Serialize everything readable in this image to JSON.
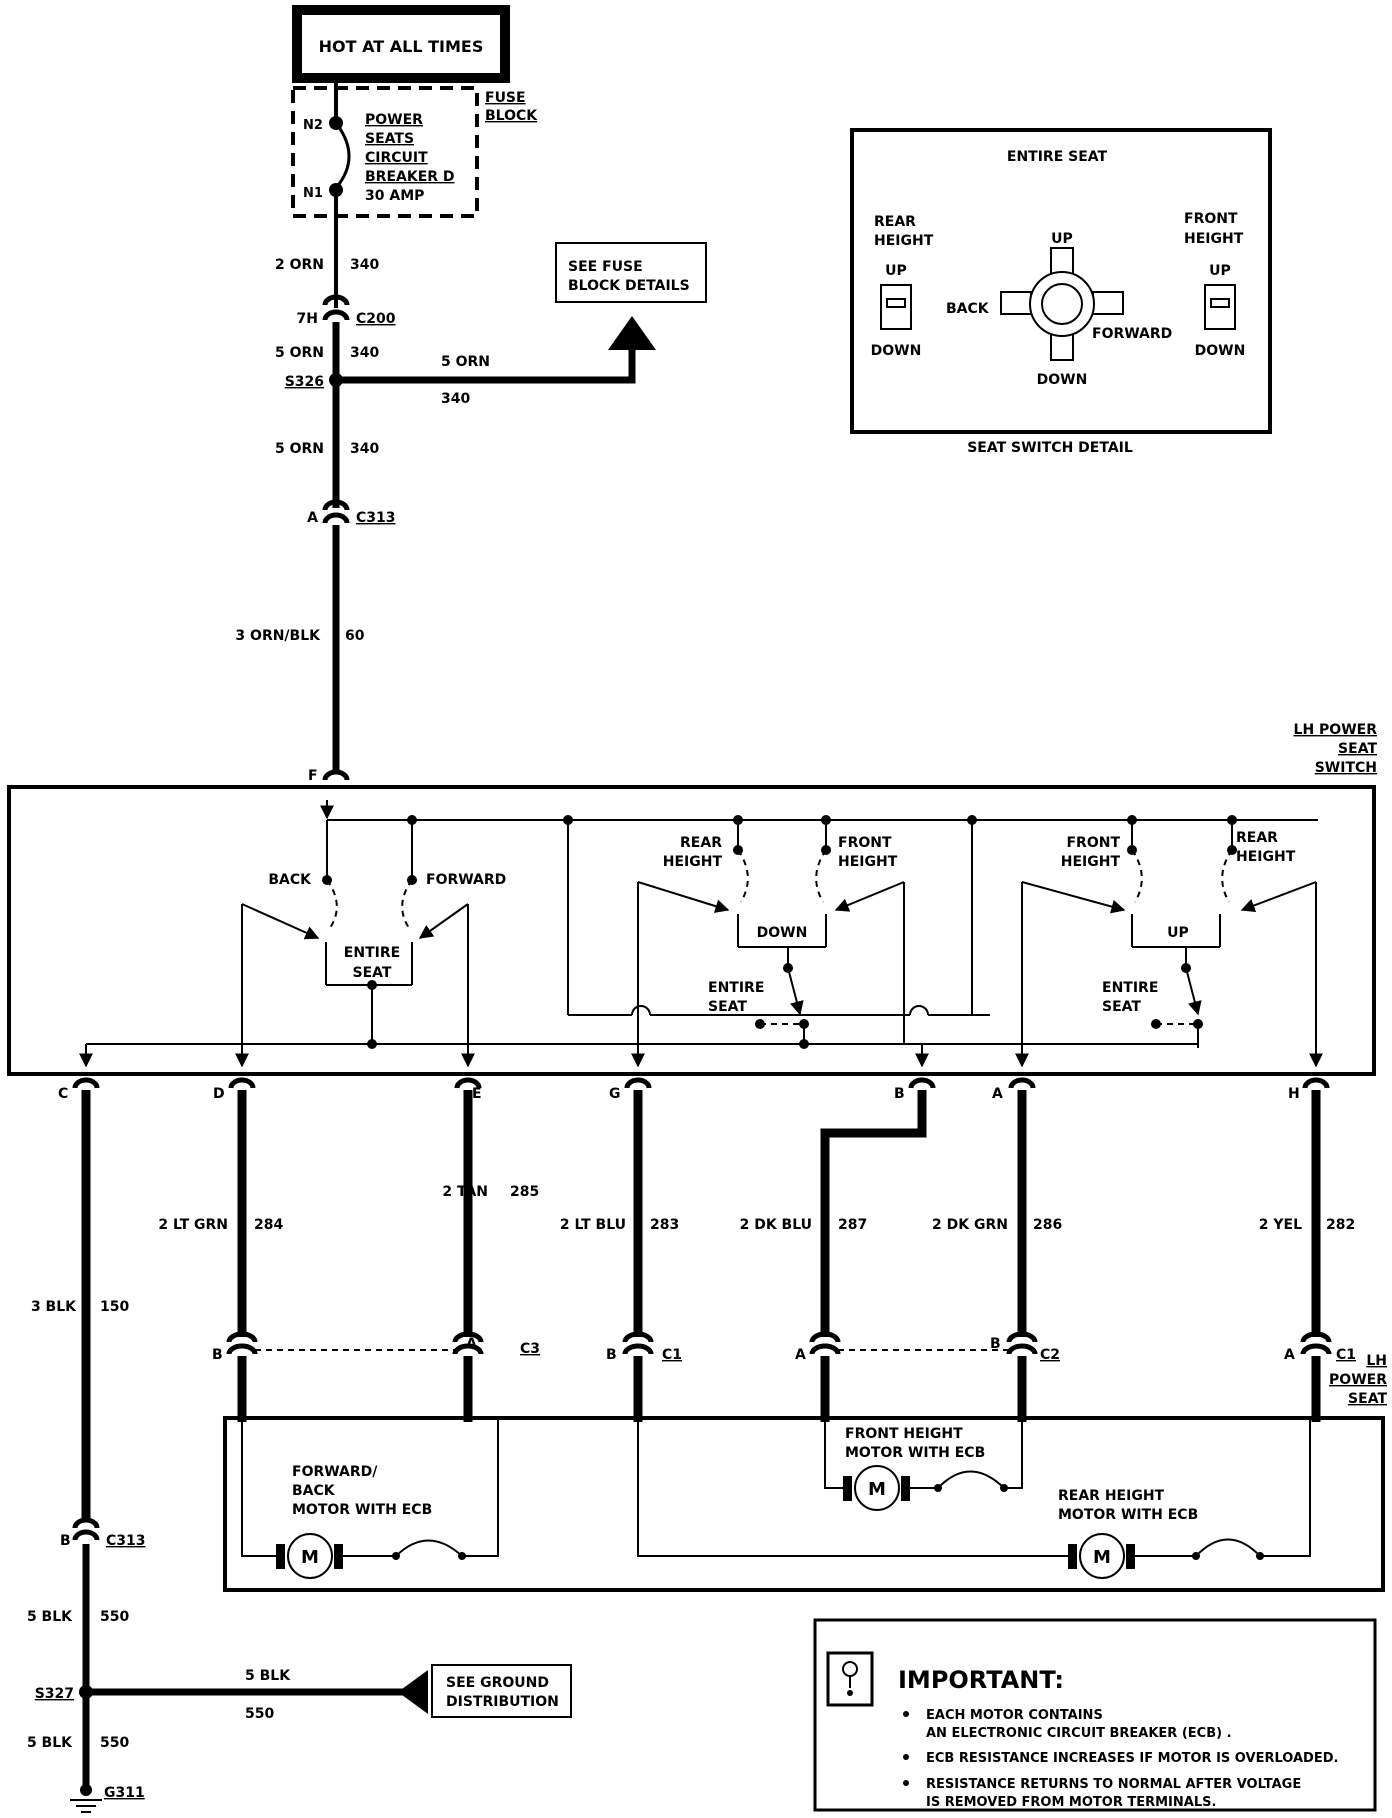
{
  "power": {
    "hot_label": "HOT AT ALL TIMES",
    "fuse_block": [
      "FUSE",
      "BLOCK"
    ],
    "breaker": [
      "POWER",
      "SEATS",
      "CIRCUIT",
      "BREAKER D",
      "30 AMP"
    ],
    "n2": "N2",
    "n1": "N1",
    "see_fuse": [
      "SEE FUSE",
      "BLOCK DETAILS"
    ]
  },
  "feed_wires": {
    "w1": [
      "2 ORN",
      "340"
    ],
    "c200_pin": "7H",
    "c200": "C200",
    "w2": [
      "5 ORN",
      "340"
    ],
    "s326": "S326",
    "branch": [
      "5 ORN",
      "340"
    ],
    "w3": [
      "5 ORN",
      "340"
    ],
    "c313_pin": "A",
    "c313": "C313",
    "w4": [
      "3 ORN/BLK",
      "60"
    ]
  },
  "seat_switch_detail": {
    "title": "ENTIRE SEAT",
    "rear_height": [
      "REAR",
      "HEIGHT"
    ],
    "front_height": [
      "FRONT",
      "HEIGHT"
    ],
    "up": "UP",
    "down": "DOWN",
    "back": "BACK",
    "forward": "FORWARD",
    "caption": "SEAT SWITCH DETAIL"
  },
  "lh_switch": {
    "label": [
      "LH POWER",
      "SEAT",
      "SWITCH"
    ],
    "pin_f": "F",
    "back": "BACK",
    "forward": "FORWARD",
    "entire_seat": [
      "ENTIRE",
      "SEAT"
    ],
    "rear_height": [
      "REAR",
      "HEIGHT"
    ],
    "front_height": [
      "FRONT",
      "HEIGHT"
    ],
    "down": "DOWN",
    "up": "UP"
  },
  "pins": [
    "C",
    "D",
    "E",
    "G",
    "B",
    "A",
    "H"
  ],
  "motor_wires": [
    {
      "color": "2 LT GRN",
      "circuit": "284"
    },
    {
      "color": "2 TAN",
      "circuit": "285"
    },
    {
      "color": "2 LT BLU",
      "circuit": "283"
    },
    {
      "color": "2 DK BLU",
      "circuit": "287"
    },
    {
      "color": "2 DK GRN",
      "circuit": "286"
    },
    {
      "color": "2 YEL",
      "circuit": "282"
    }
  ],
  "ground_wires": {
    "w1": [
      "3 BLK",
      "150"
    ],
    "c313_pin": "B",
    "c313": "C313",
    "w2": [
      "5 BLK",
      "550"
    ],
    "s327": "S327",
    "branch": [
      "5 BLK",
      "550"
    ],
    "w3": [
      "5 BLK",
      "550"
    ],
    "g311": "G311",
    "see_ground": [
      "SEE GROUND",
      "DISTRIBUTION"
    ]
  },
  "seat_connectors": {
    "b": "B",
    "a": "A",
    "c3": "C3",
    "c1": "C1",
    "c2": "C2",
    "lh_power_seat": [
      "LH",
      "POWER",
      "SEAT"
    ]
  },
  "motors": {
    "m": "M",
    "forward_back": [
      "FORWARD/",
      "BACK",
      "MOTOR WITH ECB"
    ],
    "front_height": [
      "FRONT HEIGHT",
      "MOTOR WITH ECB"
    ],
    "rear_height": [
      "REAR HEIGHT",
      "MOTOR WITH ECB"
    ]
  },
  "important": {
    "title": "IMPORTANT:",
    "items": [
      [
        "EACH MOTOR CONTAINS",
        "AN ELECTRONIC CIRCUIT BREAKER (ECB) ."
      ],
      [
        "ECB RESISTANCE INCREASES IF MOTOR IS OVERLOADED."
      ],
      [
        "RESISTANCE RETURNS TO NORMAL AFTER VOLTAGE",
        "IS REMOVED FROM MOTOR TERMINALS."
      ]
    ]
  }
}
